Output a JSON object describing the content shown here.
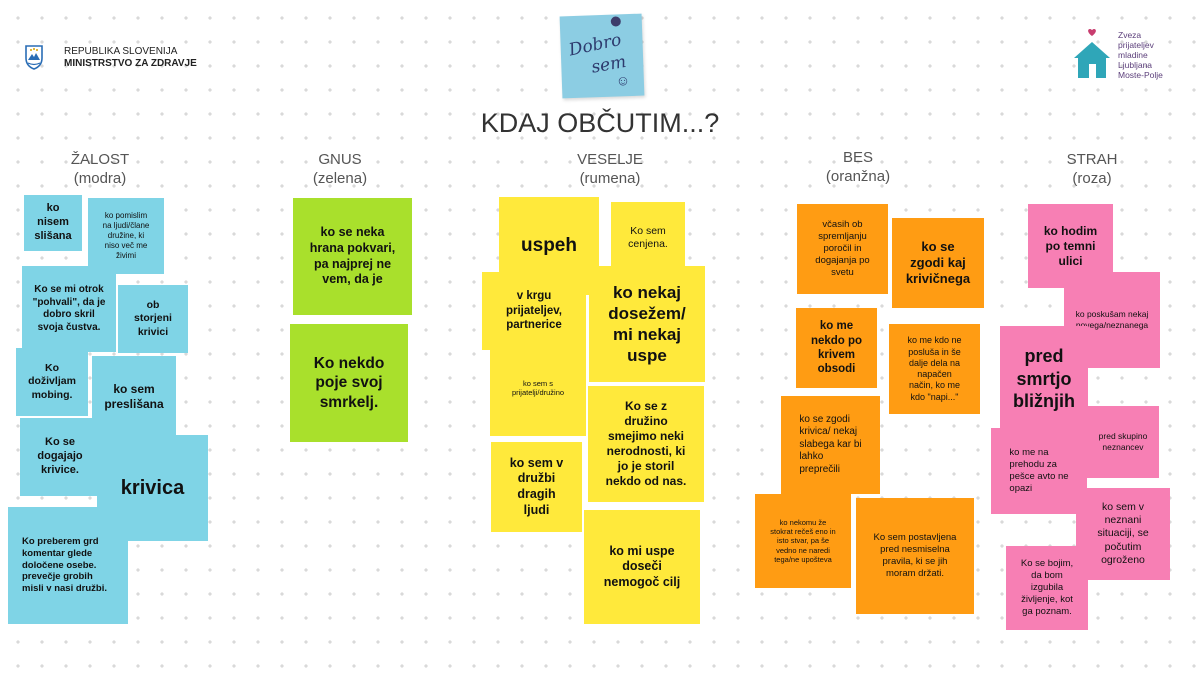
{
  "header": {
    "ministry_line1": "REPUBLIKA SLOVENIJA",
    "ministry_line2": "MINISTRSTVO ZA ZDRAVJE",
    "logo_line1": "Dobro",
    "logo_line2": "sem",
    "org_lines": [
      "Zveza",
      "prijateljev",
      "mladine",
      "Ljubljana",
      "Moste-Polje"
    ],
    "title": "KDAJ OBČUTIM...?"
  },
  "columns": [
    {
      "name": "ŽALOST",
      "color": "(modra)"
    },
    {
      "name": "GNUS",
      "color": "(zelena)"
    },
    {
      "name": "VESELJE",
      "color": "(rumena)"
    },
    {
      "name": "BES",
      "color": "(oranžna)"
    },
    {
      "name": "STRAH",
      "color": "(roza)"
    }
  ],
  "colors": {
    "blue": "#7fd4e6",
    "green": "#a9e02c",
    "yellow": "#ffe93b",
    "orange": "#ff9c13",
    "pink": "#f77fb4"
  },
  "notes": {
    "zalost": [
      "ko\nnisem\nslišana",
      "ko pomislim\nna ljudi/člane\ndružine, ki\nniso več me\nživimi",
      "Ko se mi otrok\n\"pohvali\", da je\ndobro skril\nsvoja čustva.",
      "ob\nstorjeni\nkrivici",
      "Ko\ndoživljam\nmobing.",
      "ko sem\npreslišana",
      "Ko se\ndogajajo\nkrivice.",
      "krivica",
      "Ko preberem grd\nkomentar glede\ndoločene osebe.\nprevečje grobih\nmisli v nasi družbi."
    ],
    "gnus": [
      "ko se neka\nhrana pokvari,\npa najprej ne\nvem, da je",
      "Ko nekdo\npoje svoj\nsmrkelj."
    ],
    "veselje": [
      "uspeh",
      "Ko sem\ncenjena.",
      "v krgu\nprijateljev,\npartnerice",
      "ko nekaj\ndosežem/\nmi nekaj\nuspe",
      "ko sem s\nprijatelji/družino",
      "Ko se z\ndružino\nsmejimo neki\nnerodnosti, ki\njo je storil\nnekdo od nas.",
      "ko sem v\ndružbi\ndragih\nljudi",
      "ko mi uspe\ndoseči\nnemogoč cilj"
    ],
    "bes": [
      "včasih ob\nspremljanju\nporočil in\ndogajanja po\nsvetu",
      "ko se\nzgodi kaj\nkrivičnega",
      "ko me\nnekdo po\nkrivem\nobsodi",
      "ko me kdo ne\nposluša in še\ndalje dela na\nnapačen\nnačin, ko me\nkdo \"napi...\"",
      "ko se zgodi\nkrivica/ nekaj\nslabega kar bi\nlahko\npreprečili",
      "ko nekomu že\nstokrat rečeš eno in\nisto stvar, pa še\nvedno ne naredi\ntega/ne upošteva",
      "Ko sem postavljena\npred nesmiselna\npravila, ki se jih\nmoram držati."
    ],
    "strah": [
      "ko hodim\npo temni\nulici",
      "ko poskušam nekaj\nnovega/neznanega",
      "pred\nsmrtjo\nbližnjih",
      "pred skupino\nneznancev",
      "ko me na\nprehodu za\npešce avto ne\nopazi",
      "ko sem v\nneznani\nsituaciji, se\npočutim\nogroženo",
      "Ko se bojim,\nda bom\nizgubila\nživljenje, kot\nga poznam."
    ]
  }
}
